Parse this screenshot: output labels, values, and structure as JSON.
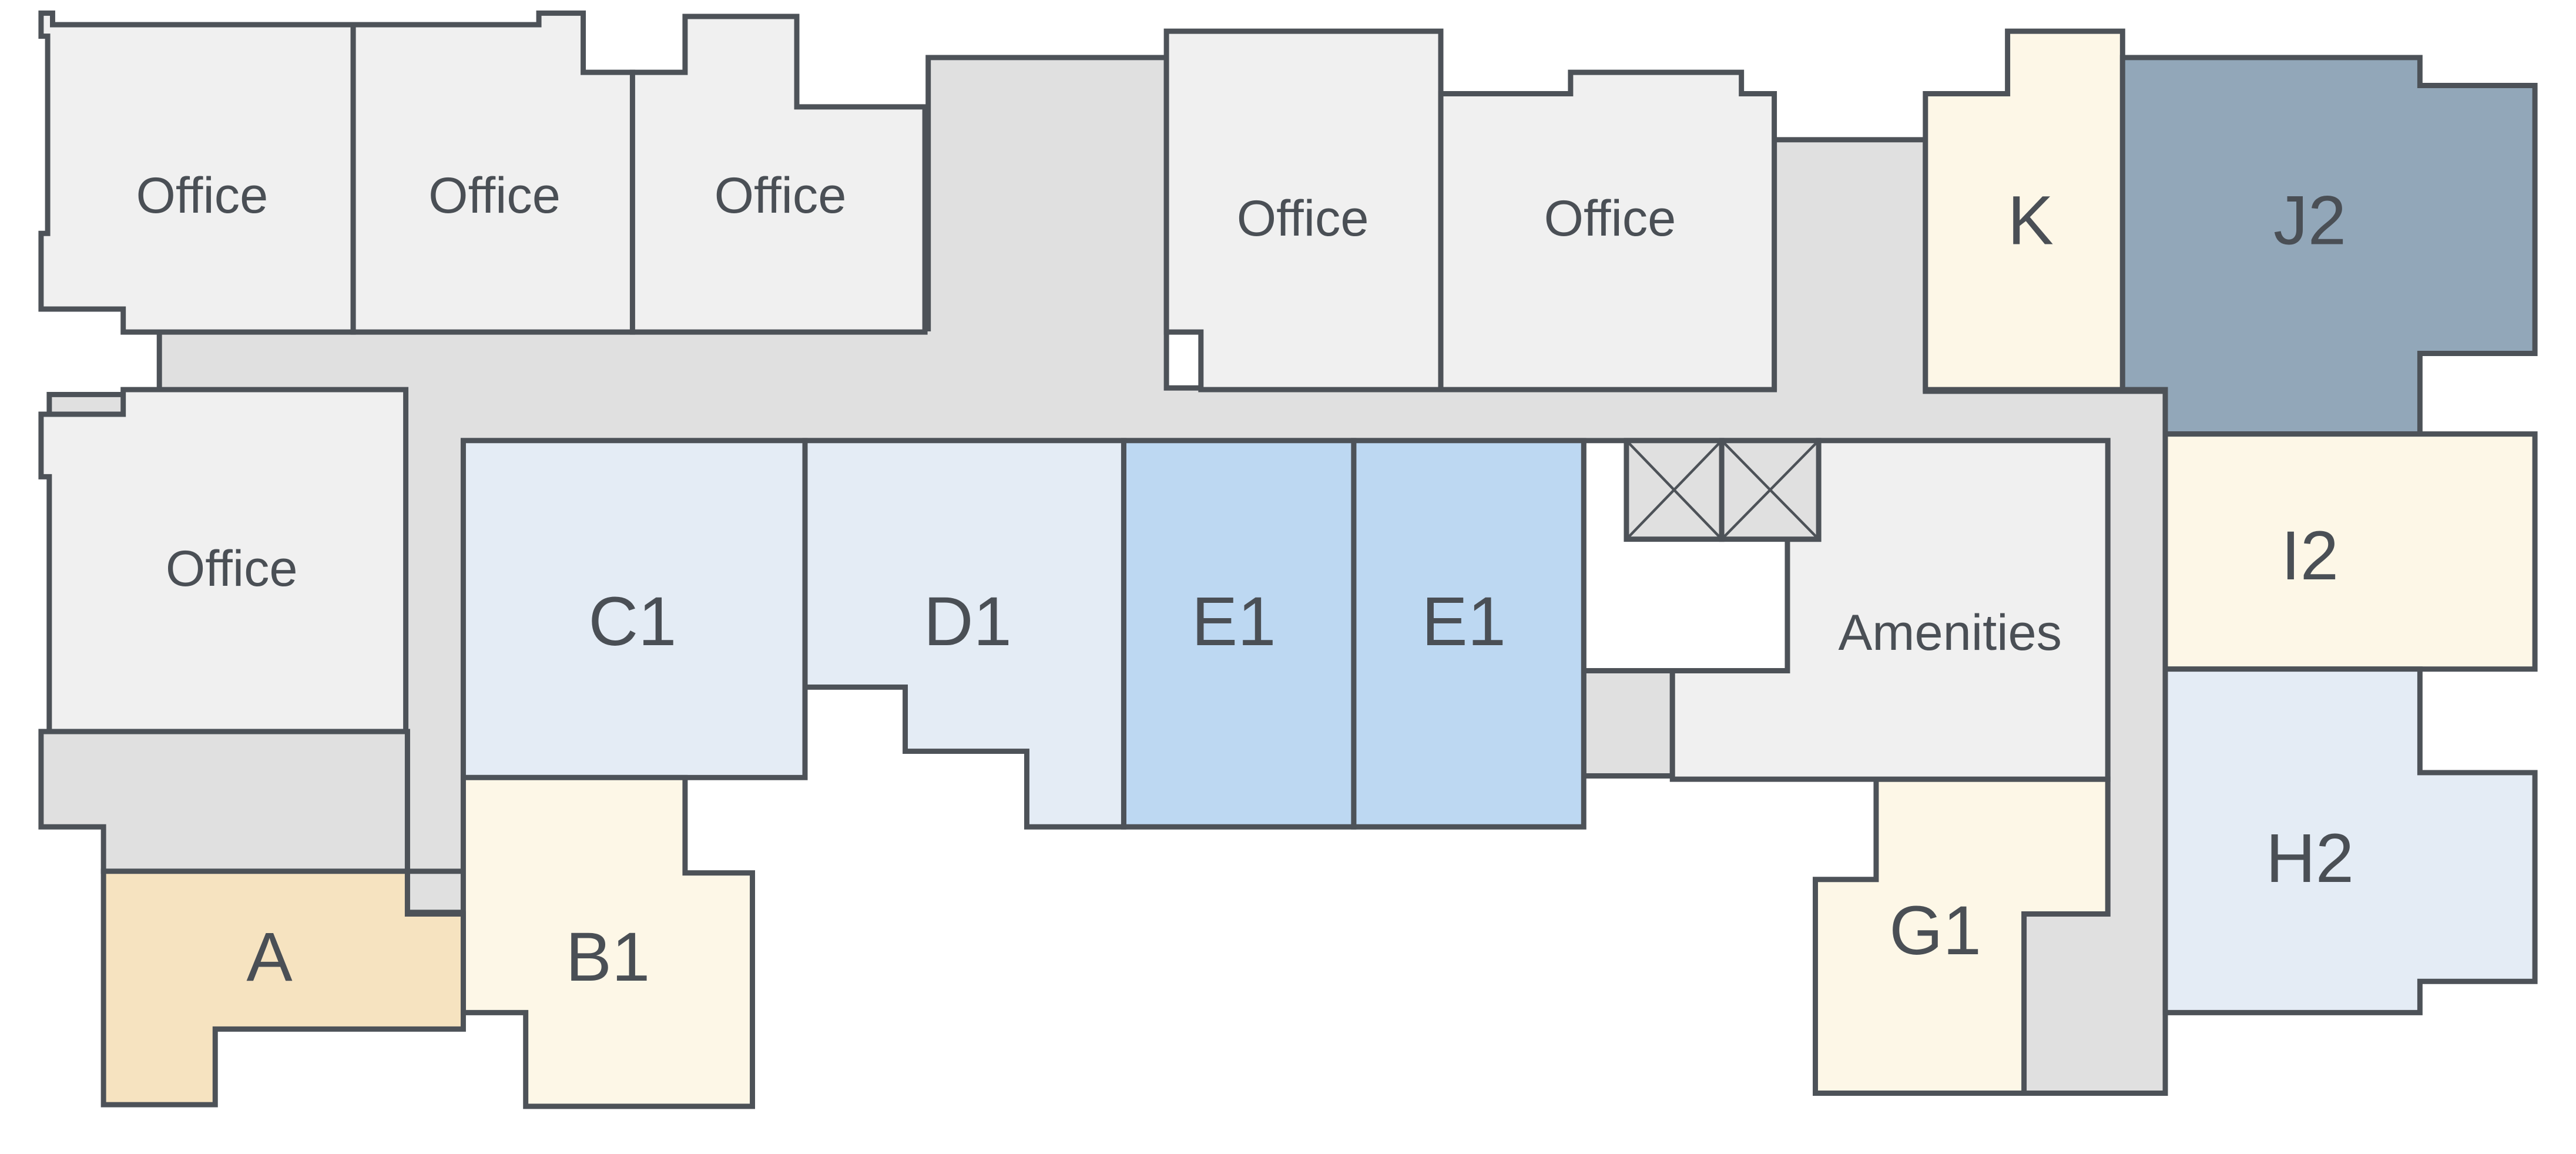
{
  "colors": {
    "office": "#f0f0f0",
    "corridor": "#e0e0e0",
    "outline": "#4d5258",
    "label": "#4a4f55",
    "unit_a": "#f6e3c0",
    "unit_cream": "#fdf7e7",
    "unit_light_blue": "#e4ecf5",
    "unit_blue": "#bdd8f2",
    "unit_slate": "#92a7b9"
  },
  "units": [
    {
      "id": "office-1",
      "label": "Office",
      "color": "office"
    },
    {
      "id": "office-2",
      "label": "Office",
      "color": "office"
    },
    {
      "id": "office-3",
      "label": "Office",
      "color": "office"
    },
    {
      "id": "office-4",
      "label": "Office",
      "color": "office"
    },
    {
      "id": "office-5",
      "label": "Office",
      "color": "office"
    },
    {
      "id": "office-6",
      "label": "Office",
      "color": "office"
    },
    {
      "id": "unit-k",
      "label": "K",
      "color": "unit_cream"
    },
    {
      "id": "unit-j2",
      "label": "J2",
      "color": "unit_slate"
    },
    {
      "id": "unit-i2",
      "label": "I2",
      "color": "unit_cream"
    },
    {
      "id": "unit-h2",
      "label": "H2",
      "color": "unit_light_blue"
    },
    {
      "id": "unit-g1",
      "label": "G1",
      "color": "unit_cream"
    },
    {
      "id": "amenities",
      "label": "Amenities",
      "color": "office"
    },
    {
      "id": "unit-e1-right",
      "label": "E1",
      "color": "unit_blue"
    },
    {
      "id": "unit-e1-left",
      "label": "E1",
      "color": "unit_blue"
    },
    {
      "id": "unit-d1",
      "label": "D1",
      "color": "unit_light_blue"
    },
    {
      "id": "unit-c1",
      "label": "C1",
      "color": "unit_light_blue"
    },
    {
      "id": "unit-b1",
      "label": "B1",
      "color": "unit_cream"
    },
    {
      "id": "unit-a",
      "label": "A",
      "color": "unit_a"
    }
  ]
}
